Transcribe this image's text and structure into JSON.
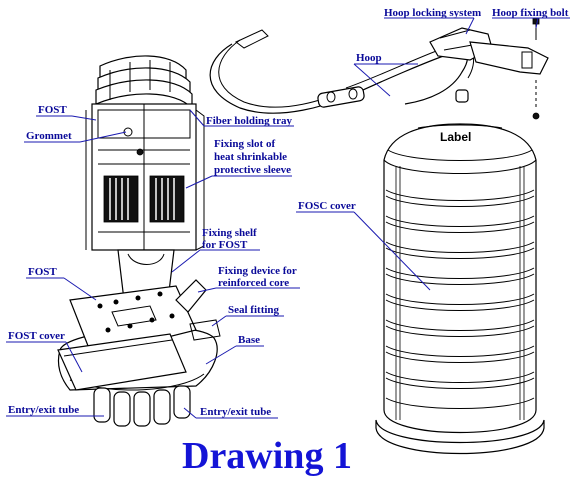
{
  "title": "Drawing 1",
  "colors": {
    "label_blue": "#0a0a99",
    "title_blue": "#1414d6",
    "line": "#000000"
  },
  "labels": {
    "hoop_locking_system": "Hoop locking system",
    "hoop_fixing_bolt": "Hoop fixing bolt",
    "hoop": "Hoop",
    "fost_top": "FOST",
    "grommet": "Grommet",
    "fiber_holding_tray": "Fiber holding tray",
    "fixing_slot_1": "Fixing slot of",
    "fixing_slot_2": "heat shrinkable",
    "fixing_slot_3": "protective sleeve",
    "label": "Label",
    "fosc_cover": "FOSC cover",
    "fixing_shelf_1": "Fixing shelf",
    "fixing_shelf_2": "for FOST",
    "fost_mid": "FOST",
    "fixing_device_1": "Fixing device for",
    "fixing_device_2": "reinforced core",
    "seal_fitting": "Seal fitting",
    "fost_cover": "FOST cover",
    "base": "Base",
    "entry_exit_left": "Entry/exit tube",
    "entry_exit_right": "Entry/exit tube"
  }
}
